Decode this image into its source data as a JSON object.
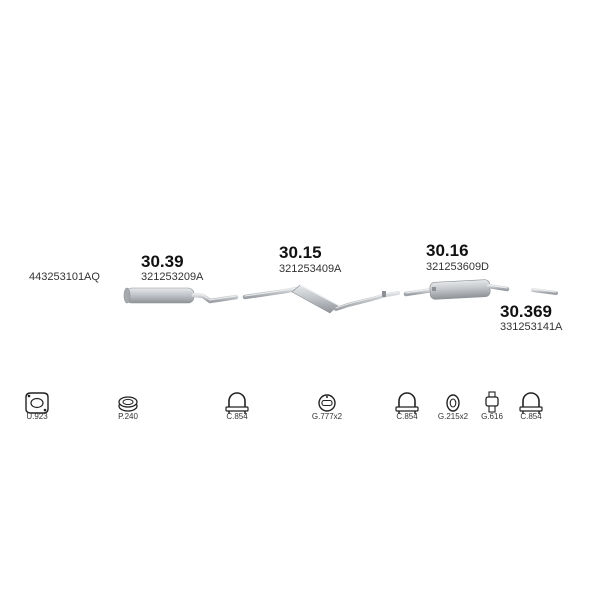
{
  "parts": [
    {
      "code": "",
      "oem": "443253101AQ"
    },
    {
      "code": "30.39",
      "oem": "321253209A"
    },
    {
      "code": "30.15",
      "oem": "321253409A"
    },
    {
      "code": "30.16",
      "oem": "321253609D"
    },
    {
      "code": "30.369",
      "oem": "331253141A"
    }
  ],
  "accessories": [
    {
      "label": "U.923",
      "icon": "gasket-flange-icon"
    },
    {
      "label": "P.240",
      "icon": "ring-gasket-icon"
    },
    {
      "label": "C.854",
      "icon": "u-bolt-clamp-icon"
    },
    {
      "label": "G.777x2",
      "icon": "rubber-hanger-icon"
    },
    {
      "label": "C.854",
      "icon": "u-bolt-clamp-icon"
    },
    {
      "label": "G.215x2",
      "icon": "rubber-ring-icon"
    },
    {
      "label": "G.616",
      "icon": "rubber-mount-icon"
    },
    {
      "label": "C.854",
      "icon": "u-bolt-clamp-icon"
    }
  ],
  "colors": {
    "pipe": "#b9bcc0",
    "pipe_dark": "#8d9196",
    "pipe_light": "#e3e5e7"
  }
}
